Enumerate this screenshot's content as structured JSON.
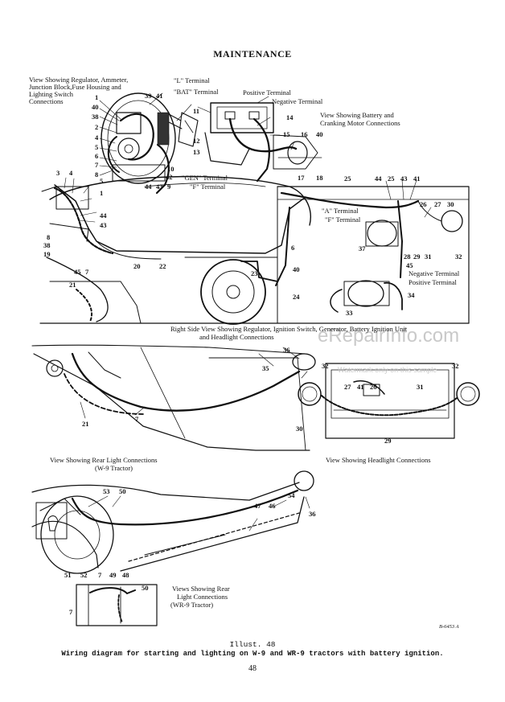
{
  "header": {
    "title": "MAINTENANCE"
  },
  "watermark": {
    "main": "eRepairInfo.com",
    "sub": "Watermark only on this sample"
  },
  "captions": {
    "regulator_view": [
      "View Showing Regulator, Ammeter,",
      "Junction Block,Fuse Housing and",
      "Lighting Switch",
      "Connections"
    ],
    "battery_view": [
      "View Showing Battery and",
      "Cranking Motor Connections"
    ],
    "right_side_view": [
      "Right Side View Showing Regulator, Ignition Switch, Generator, Battery Ignition Unit",
      "and Headlight Connections"
    ],
    "rear_light_w9": [
      "View Showing Rear Light Connections",
      "(W-9 Tractor)"
    ],
    "headlight_view": [
      "View Showing Headlight Connections"
    ],
    "rear_light_wr9": [
      "Views Showing Rear",
      "Light Connections",
      "(WR-9 Tractor)"
    ]
  },
  "terminal_labels": {
    "l_terminal": "\"L\" Terminal",
    "bat_terminal": "\"BAT\" Terminal",
    "positive_terminal_top": "Positive Terminal",
    "negative_terminal_top": "Negative Terminal",
    "gen_terminal": "\"GEN\" Terminal",
    "f_terminal_left": "\"F\" Terminal",
    "a_terminal": "\"A\" Terminal",
    "f_terminal_right": "\"F\" Terminal",
    "negative_terminal_right": "Negative Terminal",
    "positive_terminal_right": "Positive Terminal"
  },
  "callouts": {
    "regulator": [
      "1",
      "40",
      "38",
      "2",
      "4",
      "5",
      "6",
      "7",
      "8",
      "39",
      "41",
      "11",
      "10",
      "42",
      "9",
      "43",
      "44"
    ],
    "battery": [
      "12",
      "13",
      "14",
      "15",
      "16",
      "40",
      "17",
      "18"
    ],
    "side": [
      "3",
      "4",
      "5",
      "1",
      "44",
      "43",
      "8",
      "38",
      "19",
      "45",
      "7",
      "6",
      "20",
      "22",
      "21",
      "23",
      "40",
      "24",
      "25",
      "44",
      "25",
      "43",
      "41",
      "26",
      "27",
      "30",
      "28",
      "29",
      "31",
      "32",
      "37",
      "45",
      "34",
      "33"
    ],
    "rear_w9": [
      "36",
      "35",
      "21",
      "7"
    ],
    "headlight": [
      "32",
      "32",
      "27",
      "41",
      "26",
      "31",
      "30",
      "29"
    ],
    "rear_wr9": [
      "53",
      "50",
      "54",
      "47",
      "46",
      "36",
      "51",
      "52",
      "7",
      "49",
      "48",
      "50",
      "7"
    ]
  },
  "footer": {
    "figure_code": "B-6453 A",
    "illustration": "Illust. 48",
    "caption": "Wiring diagram for starting and lighting on W-9 and WR-9 tractors with battery ignition.",
    "page_number": "48"
  }
}
